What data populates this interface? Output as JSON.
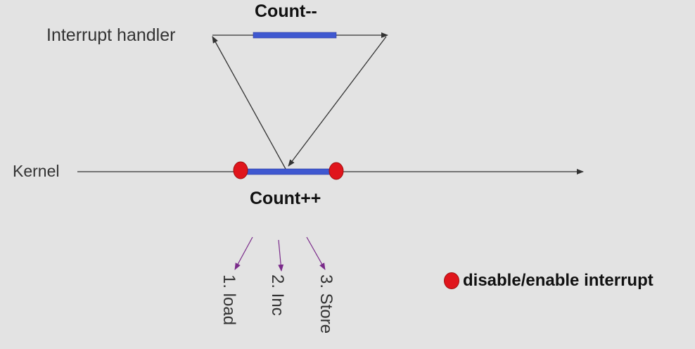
{
  "diagram": {
    "count_dec_label": "Count--",
    "interrupt_handler_label": "Interrupt handler",
    "kernel_label": "Kernel",
    "count_inc_label": "Count++",
    "steps": [
      "1. load",
      "2. Inc",
      "3. Store"
    ],
    "legend_text": "disable/enable interrupt",
    "colors": {
      "bar": "#3f58d0",
      "marker": "#e0151c",
      "flow_arrow": "#333333",
      "step_arrow": "#7a2a8a"
    }
  }
}
